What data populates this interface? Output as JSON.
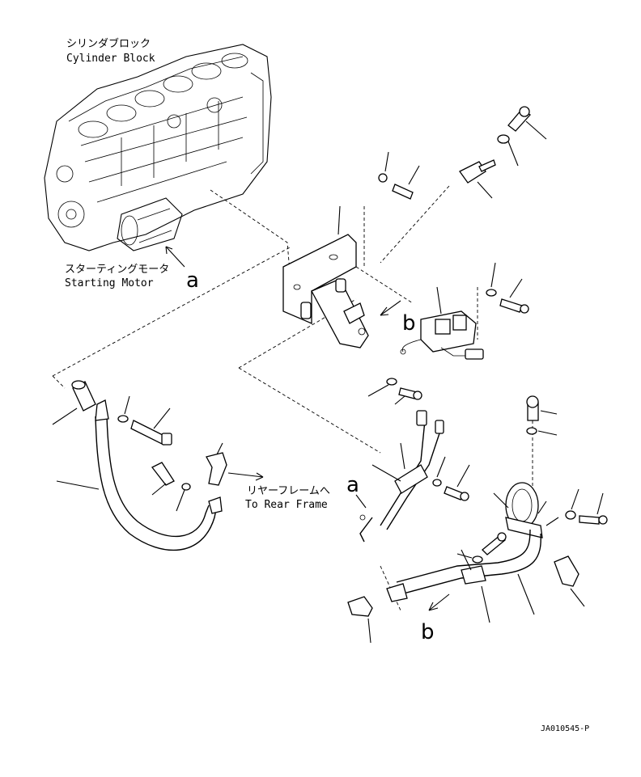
{
  "labels": {
    "cylinder_block_jp": "シリンダブロック",
    "cylinder_block_en": "Cylinder Block",
    "starting_motor_jp": "スターティングモータ",
    "starting_motor_en": "Starting Motor",
    "rear_frame_jp": "リヤーフレームへ",
    "rear_frame_en": "To Rear Frame",
    "ref_a": "a",
    "ref_b": "b",
    "drawing_code": "JA010545-P"
  }
}
